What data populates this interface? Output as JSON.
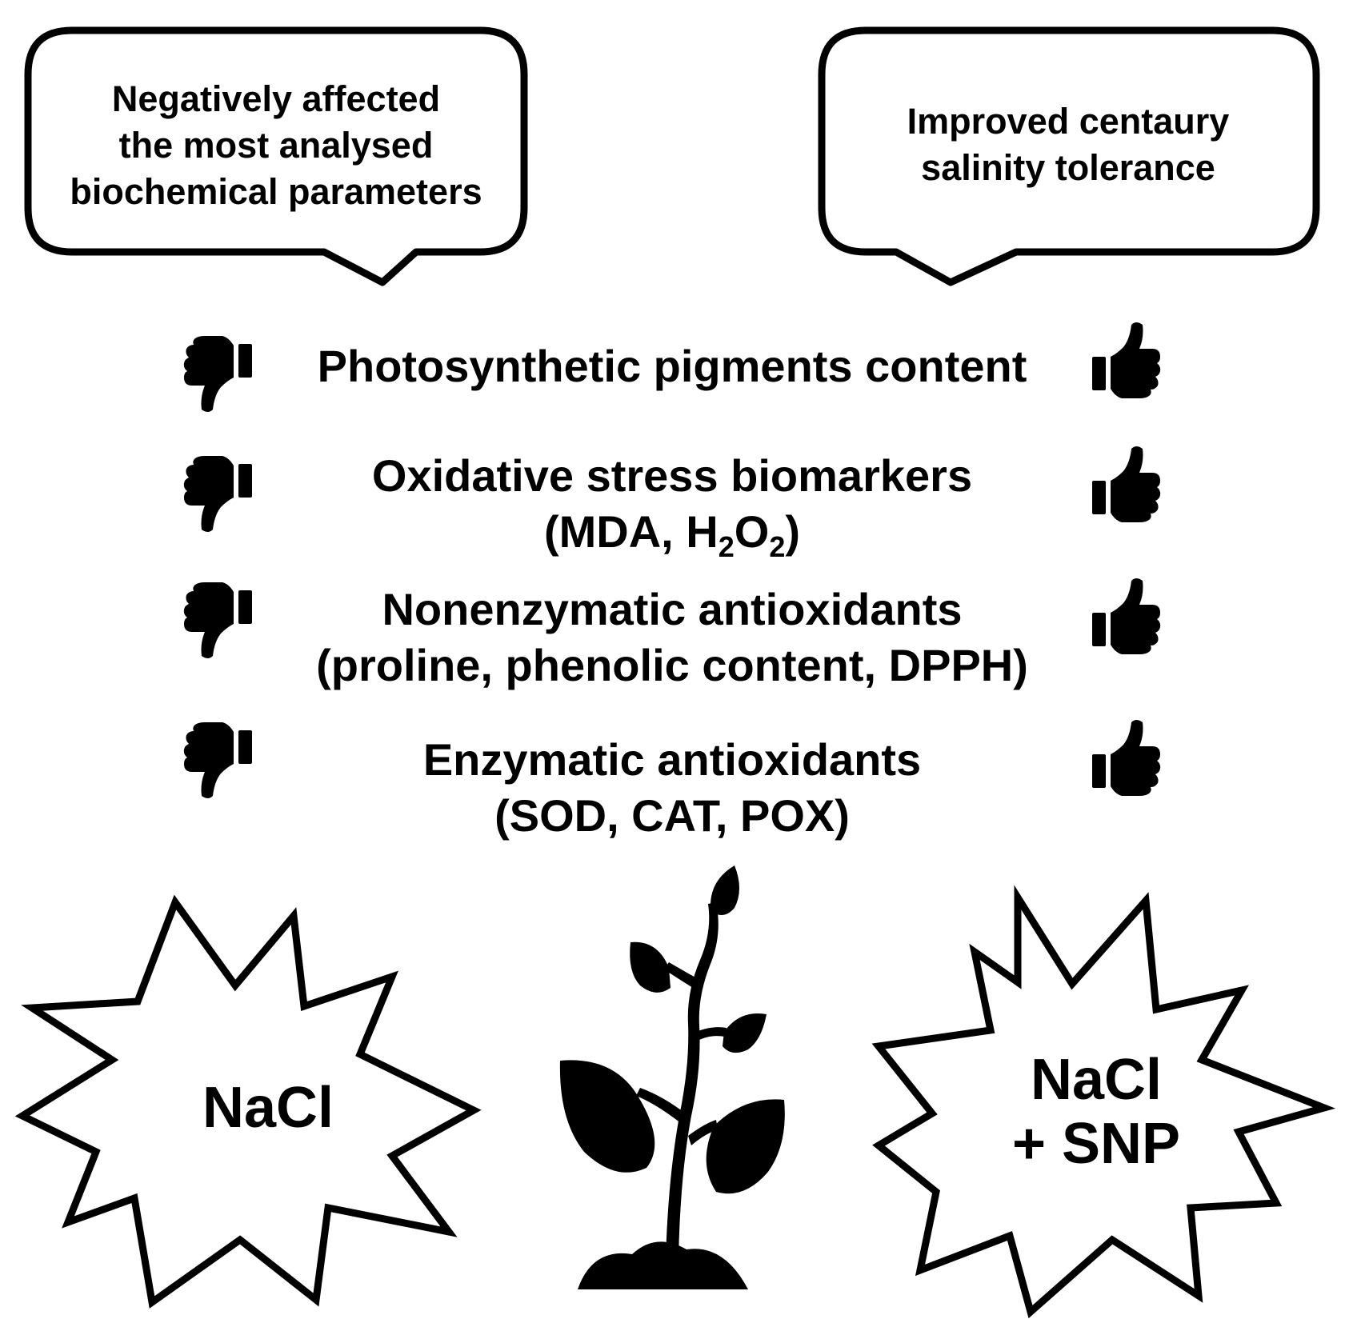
{
  "bubbles": {
    "left": {
      "line1": "Negatively affected",
      "line2": "the most analysed",
      "line3": "biochemical parameters"
    },
    "right": {
      "line1": "Improved centaury",
      "line2": "salinity tolerance"
    }
  },
  "parameters": [
    {
      "line1": "Photosynthetic pigments content",
      "line2": ""
    },
    {
      "line1": "Oxidative stress biomarkers",
      "line2_prefix": "(MDA, H",
      "sub1": "2",
      "mid": "O",
      "sub2": "2",
      "suffix": ")"
    },
    {
      "line1": "Nonenzymatic antioxidants",
      "line2": "(proline, phenolic content, DPPH)"
    },
    {
      "line1": "Enzymatic antioxidants",
      "line2": "(SOD, CAT, POX)"
    }
  ],
  "icons": {
    "left": "thumbs-down-icon",
    "right": "thumbs-up-icon",
    "center": "plant-icon"
  },
  "bursts": {
    "left": {
      "line1": "NaCl"
    },
    "right": {
      "line1": "NaCl",
      "line2": "+ SNP"
    }
  }
}
